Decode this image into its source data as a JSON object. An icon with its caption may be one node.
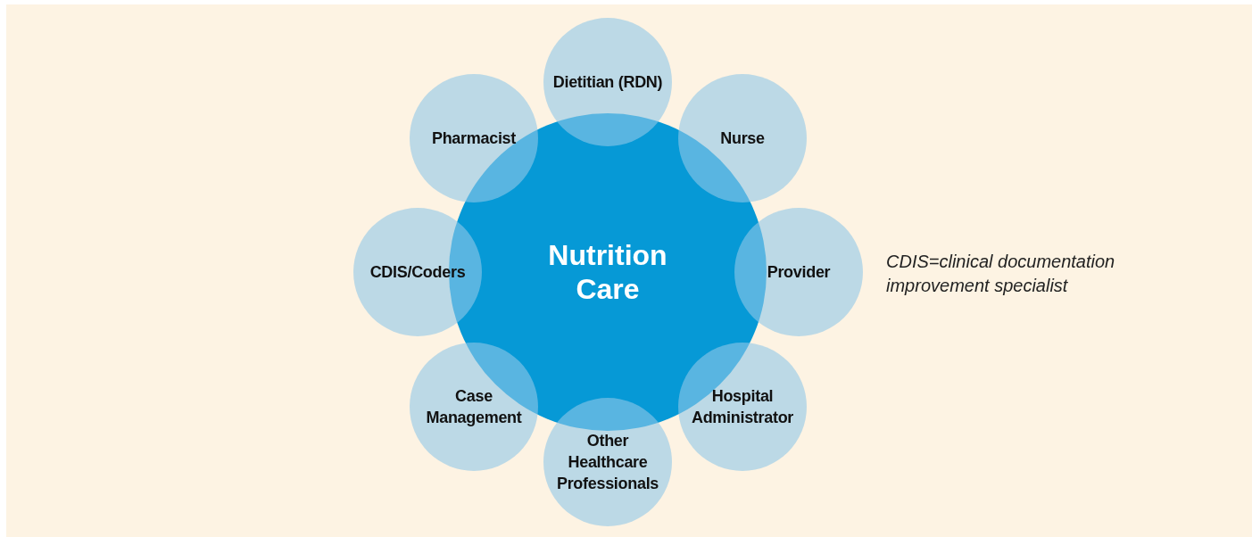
{
  "diagram": {
    "nodes": [
      {
        "text": [
          "Nutrition Care"
        ]
      },
      {
        "text": [
          "Dietitian (RDN)"
        ]
      },
      {
        "text": [
          "Nurse"
        ]
      },
      {
        "text": [
          "Provider"
        ]
      },
      {
        "text": [
          "Hospital Administrator"
        ]
      },
      {
        "text": [
          "Other Healthcare Professionals"
        ]
      },
      {
        "text": [
          "Case Management"
        ]
      },
      {
        "text": [
          "CDIS/Coders"
        ]
      },
      {
        "text": [
          "Pharmacist"
        ]
      }
    ],
    "labels": [
      "CDIS=clinical documentation improvement specialist"
    ]
  }
}
